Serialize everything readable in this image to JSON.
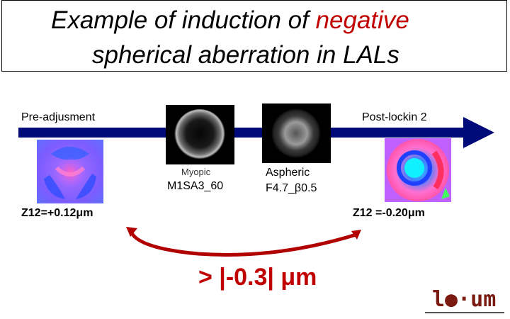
{
  "title": {
    "part1": "Example of induction of ",
    "highlight": "negative",
    "line2": "spherical aberration in LALs"
  },
  "labels": {
    "pre": "Pre-adjusment",
    "post": "Post-lockin 2",
    "myopic_caption": "Myopic",
    "myopic_code": "M1SA3_60",
    "aspheric_caption": "Aspheric",
    "aspheric_code": "F4.7_β0.5",
    "z12_pre": "Z12=+0.12μm",
    "z12_post": "Z12 =-0.20μm",
    "delta": "> |-0.3| μm"
  },
  "logo": {
    "text": "l●·um"
  },
  "colors": {
    "accent_red": "#c00000",
    "arrow_blue": "#000a78",
    "logo": "#7a1a10"
  }
}
